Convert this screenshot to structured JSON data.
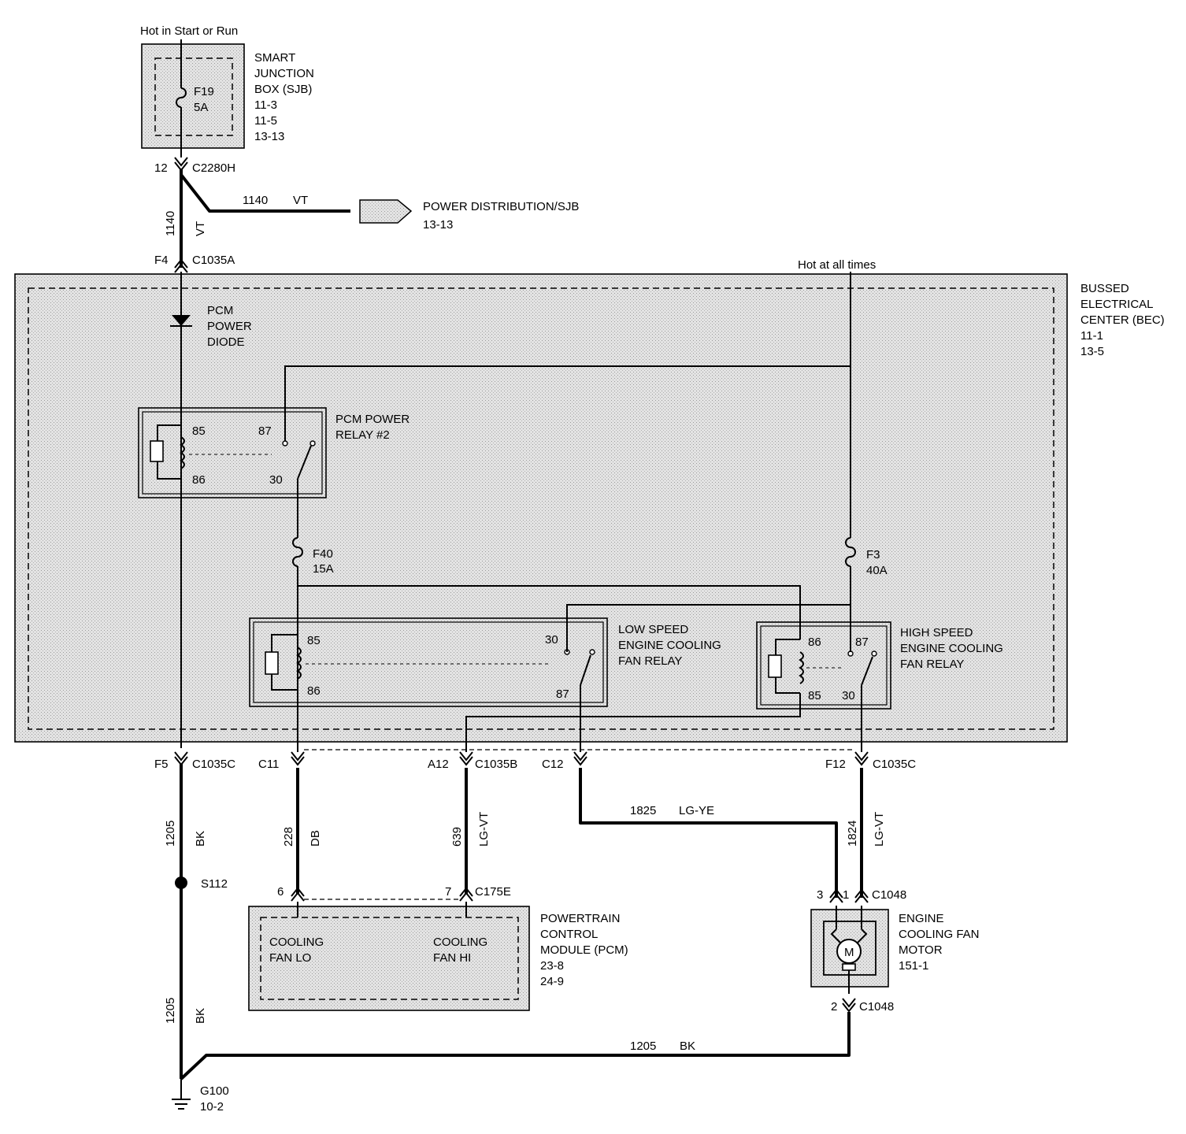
{
  "feeds": {
    "hot_start_run": "Hot in Start or Run",
    "hot_all_times": "Hot at all times"
  },
  "modules": {
    "sjb": [
      "SMART",
      "JUNCTION",
      "BOX (SJB)",
      "11-3",
      "11-5",
      "13-13"
    ],
    "bec": [
      "BUSSED",
      "ELECTRICAL",
      "CENTER (BEC)",
      "11-1",
      "13-5"
    ],
    "pcm": [
      "POWERTRAIN",
      "CONTROL",
      "MODULE (PCM)",
      "23-8",
      "24-9"
    ],
    "fan_motor": [
      "ENGINE",
      "COOLING FAN",
      "MOTOR",
      "151-1"
    ],
    "power_dist": [
      "POWER DISTRIBUTION/SJB",
      "13-13"
    ]
  },
  "fuses": {
    "f19": [
      "F19",
      "5A"
    ],
    "f40": [
      "F40",
      "15A"
    ],
    "f3": [
      "F3",
      "40A"
    ]
  },
  "components": {
    "pcm_diode": [
      "PCM",
      "POWER",
      "DIODE"
    ],
    "pcm_relay": [
      "PCM POWER",
      "RELAY #2"
    ],
    "low_relay": [
      "LOW SPEED",
      "ENGINE COOLING",
      "FAN RELAY"
    ],
    "high_relay": [
      "HIGH SPEED",
      "ENGINE COOLING",
      "FAN RELAY"
    ],
    "pcm_pins": [
      "COOLING",
      "FAN LO",
      "COOLING",
      "FAN HI"
    ],
    "motor_symbol": "M"
  },
  "relay_pins": {
    "pcm": [
      "85",
      "87",
      "86",
      "30"
    ],
    "low": [
      "85",
      "30",
      "86",
      "87"
    ],
    "high": [
      "86",
      "87",
      "85",
      "30"
    ]
  },
  "connectors": {
    "c2280h": [
      "12",
      "C2280H"
    ],
    "c1035a": [
      "F4",
      "C1035A"
    ],
    "c1035c_left": [
      "F5",
      "C1035C"
    ],
    "c11": "C11",
    "c1035b": [
      "A12",
      "C1035B"
    ],
    "c12": "C12",
    "c1035c_right": [
      "F12",
      "C1035C"
    ],
    "c175e": [
      "6",
      "7",
      "C175E"
    ],
    "c1048_top": [
      "3",
      "1",
      "C1048"
    ],
    "c1048_bottom": [
      "2",
      "C1048"
    ]
  },
  "wires": {
    "w1140_vertical": [
      "1140",
      "VT"
    ],
    "w1140_branch": [
      "1140",
      "VT"
    ],
    "w1205_upper": [
      "1205",
      "BK"
    ],
    "w228": [
      "228",
      "DB"
    ],
    "w639": [
      "639",
      "LG-VT"
    ],
    "w1825": [
      "1825",
      "LG-YE"
    ],
    "w1824": [
      "1824",
      "LG-VT"
    ],
    "w1205_lower": [
      "1205",
      "BK"
    ],
    "w1205_bottom": [
      "1205",
      "BK"
    ]
  },
  "splice": "S112",
  "ground": [
    "G100",
    "10-2"
  ]
}
